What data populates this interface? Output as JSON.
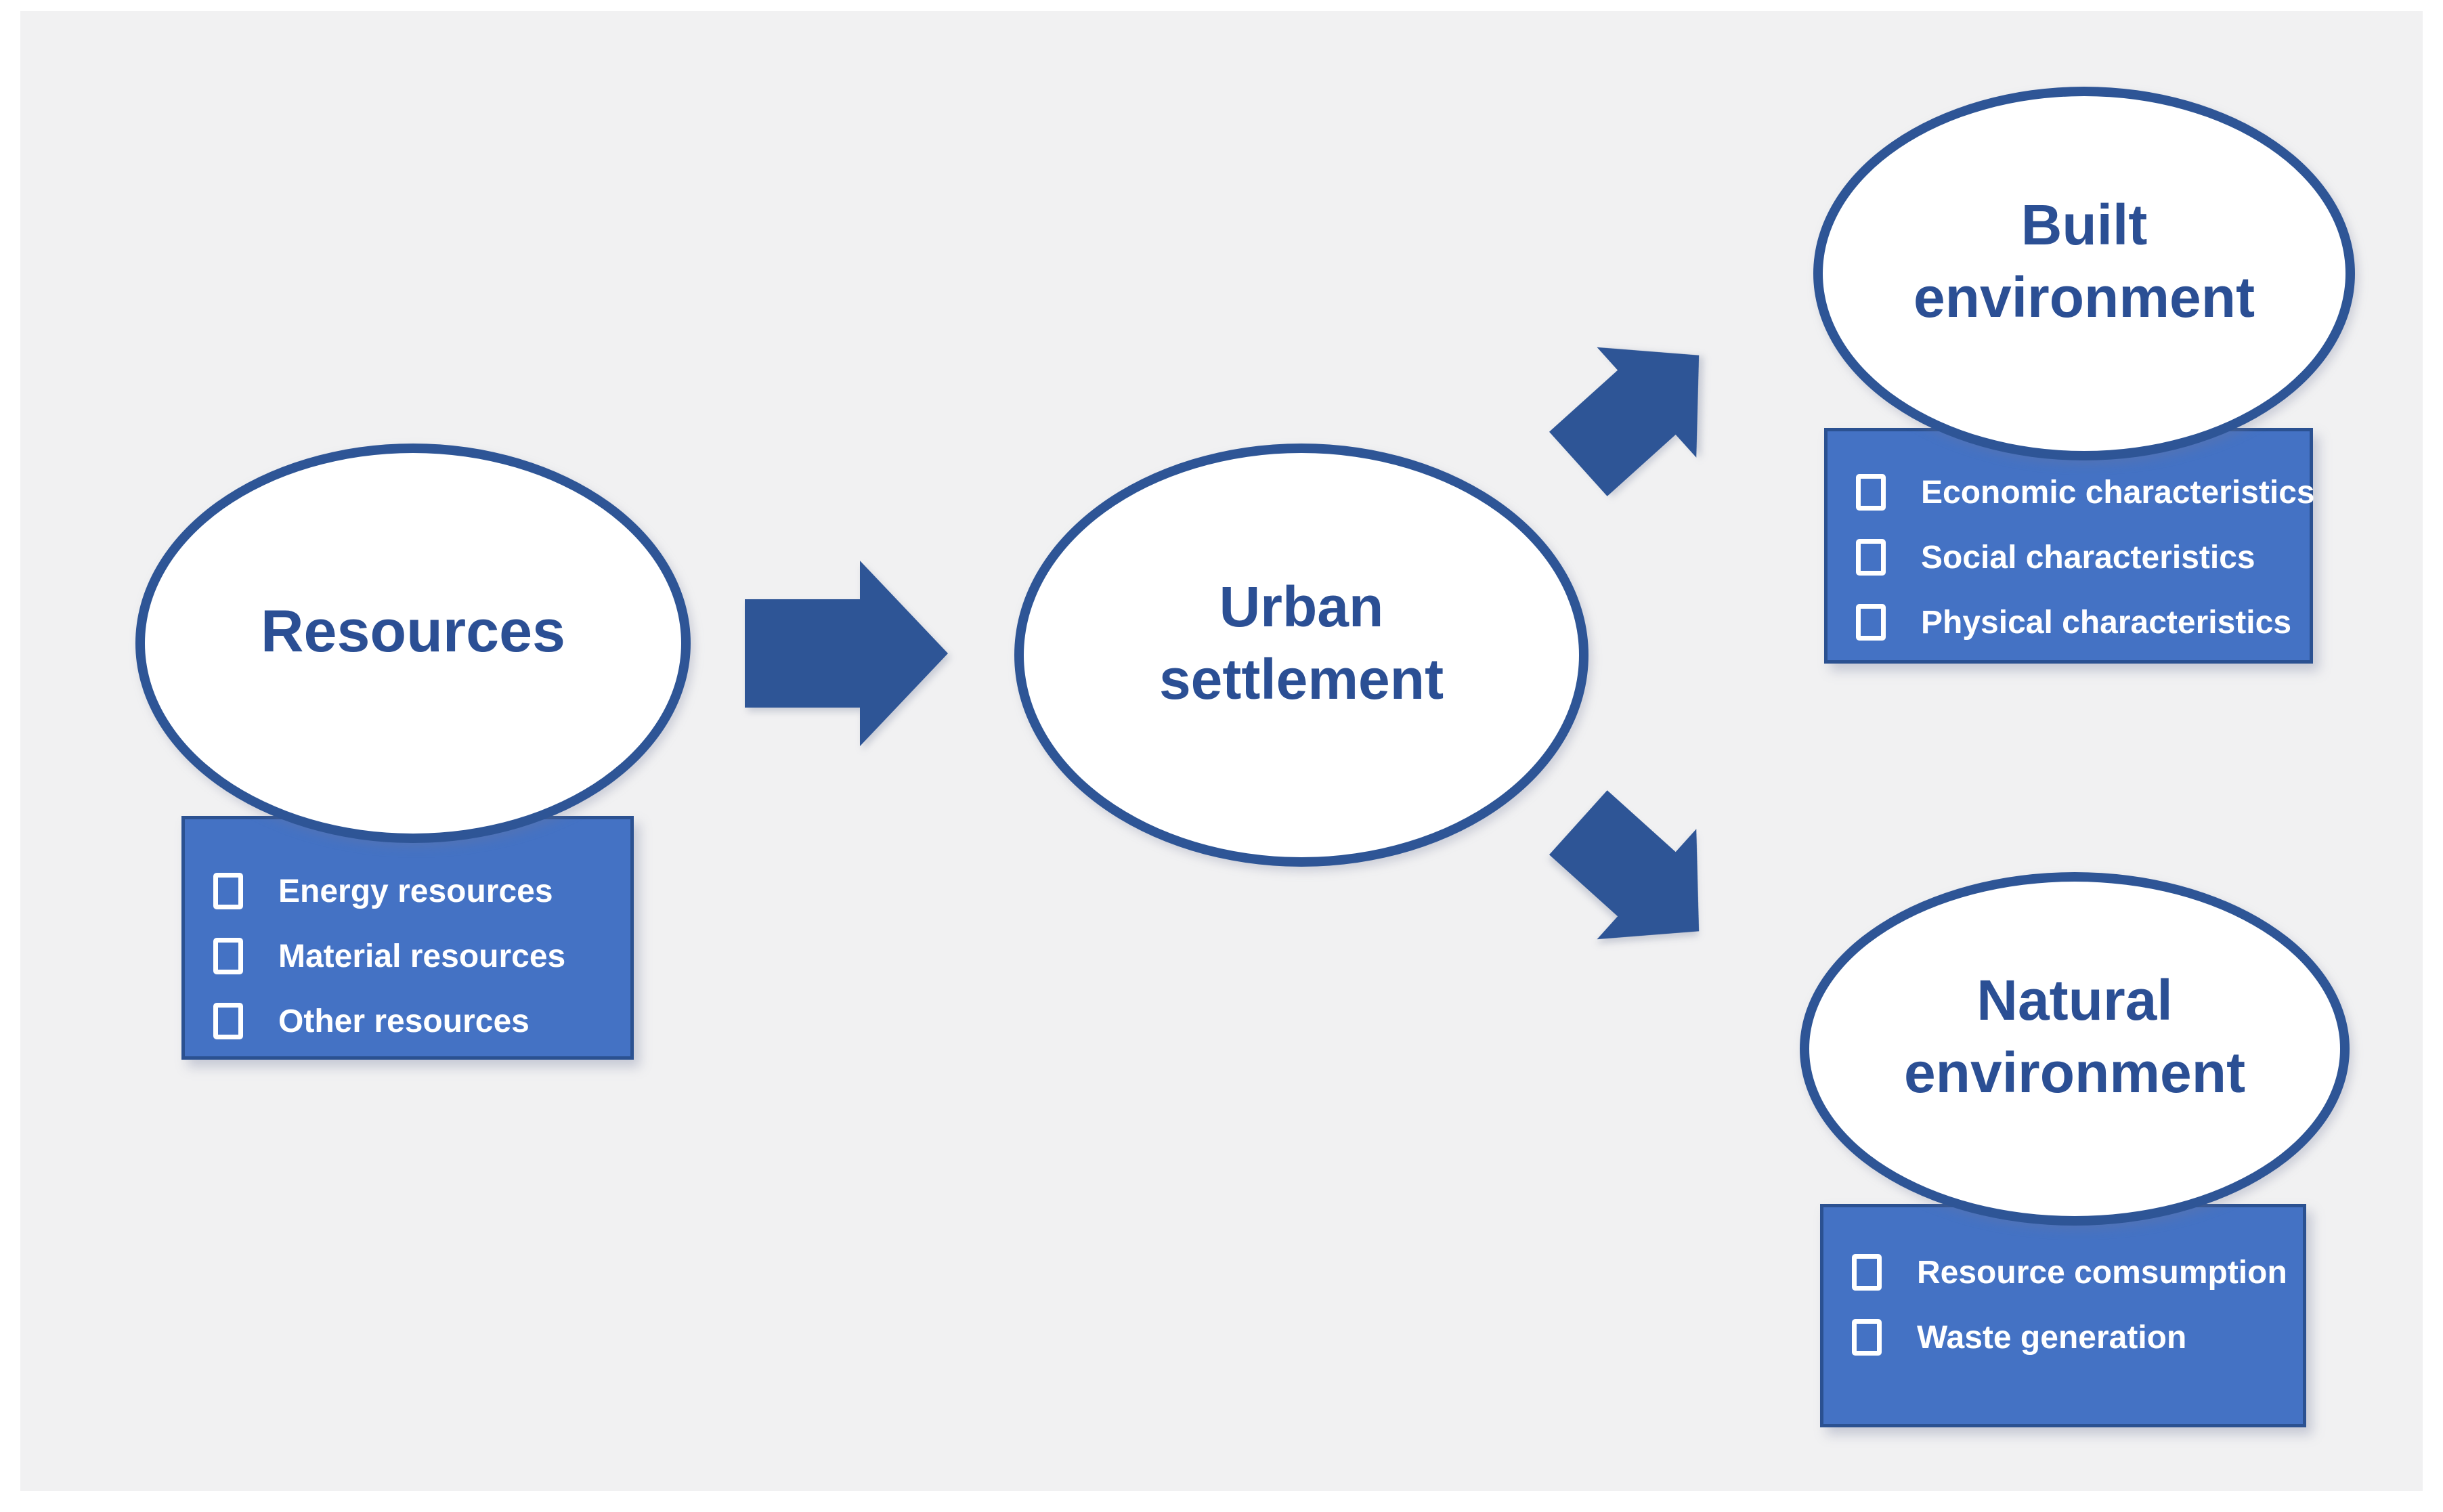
{
  "diagram": {
    "type": "flow-diagram",
    "nodes": {
      "resources": {
        "title": "Resources",
        "items": [
          "Energy resources",
          "Material resources",
          "Other resources"
        ]
      },
      "urban": {
        "title": "Urban settlement"
      },
      "built": {
        "title": "Built environment",
        "items": [
          "Economic characteristics",
          "Social characteristics",
          "Physical characteristics"
        ]
      },
      "natural": {
        "title": "Natural environment",
        "items": [
          "Resource comsumption",
          "Waste generation"
        ]
      }
    },
    "arrows": [
      {
        "id": "resources-to-urban",
        "direction": "right"
      },
      {
        "id": "urban-to-built",
        "direction": "up-right"
      },
      {
        "id": "urban-to-natural",
        "direction": "down-right"
      }
    ],
    "colors": {
      "canvas": "#f1f1f2",
      "ellipse_border": "#2e5596",
      "ellipse_fill": "#ffffff",
      "title_text": "#2b4f94",
      "box_fill": "#4472c4",
      "box_border": "#2b5191",
      "box_text": "#ffffff",
      "arrow": "#2e5596"
    }
  }
}
